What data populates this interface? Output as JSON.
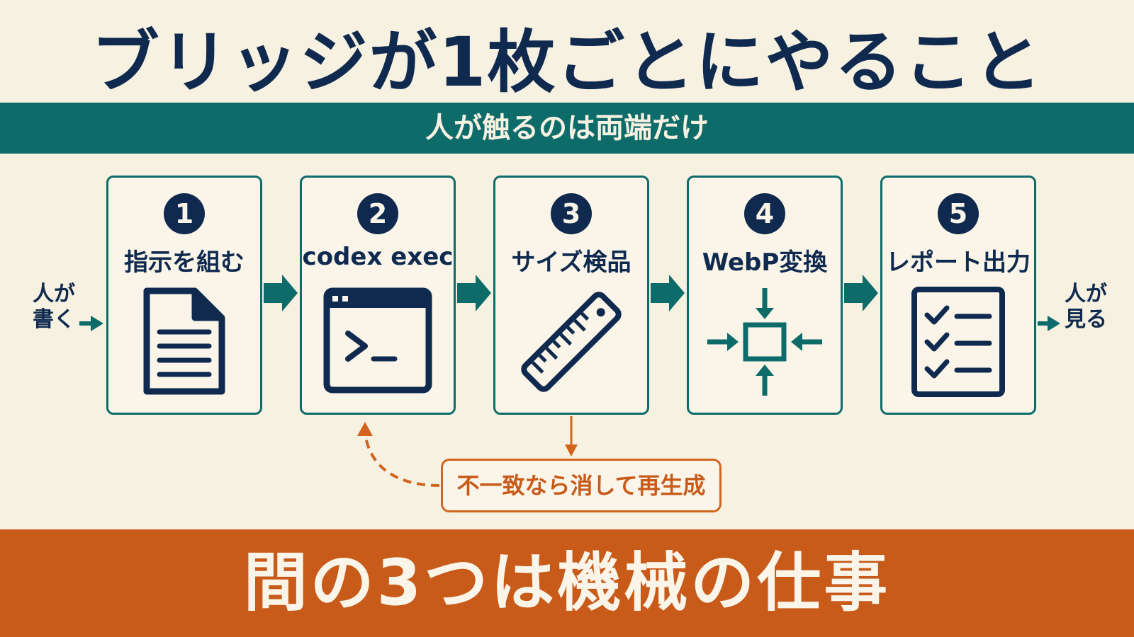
{
  "title": "ブリッジが1枚ごとにやること",
  "subtitle": "人が触るのは両端だけ",
  "input_label": "人が\n書く",
  "output_label": "人が\n見る",
  "steps": [
    {
      "number": "1",
      "label": "指示を組む",
      "icon": "document-icon"
    },
    {
      "number": "2",
      "label": "codex exec",
      "icon": "terminal-icon"
    },
    {
      "number": "3",
      "label": "サイズ検品",
      "icon": "ruler-icon"
    },
    {
      "number": "4",
      "label": "WebP変換",
      "icon": "compress-icon"
    },
    {
      "number": "5",
      "label": "レポート出力",
      "icon": "checklist-icon"
    }
  ],
  "loop_label": "不一致なら消して再生成",
  "bottom_text": "間の3つは機械の仕事",
  "colors": {
    "navy": "#0f2a4e",
    "teal": "#0d6b6a",
    "orange": "#c85a1a",
    "cream": "#f7f1e2"
  }
}
